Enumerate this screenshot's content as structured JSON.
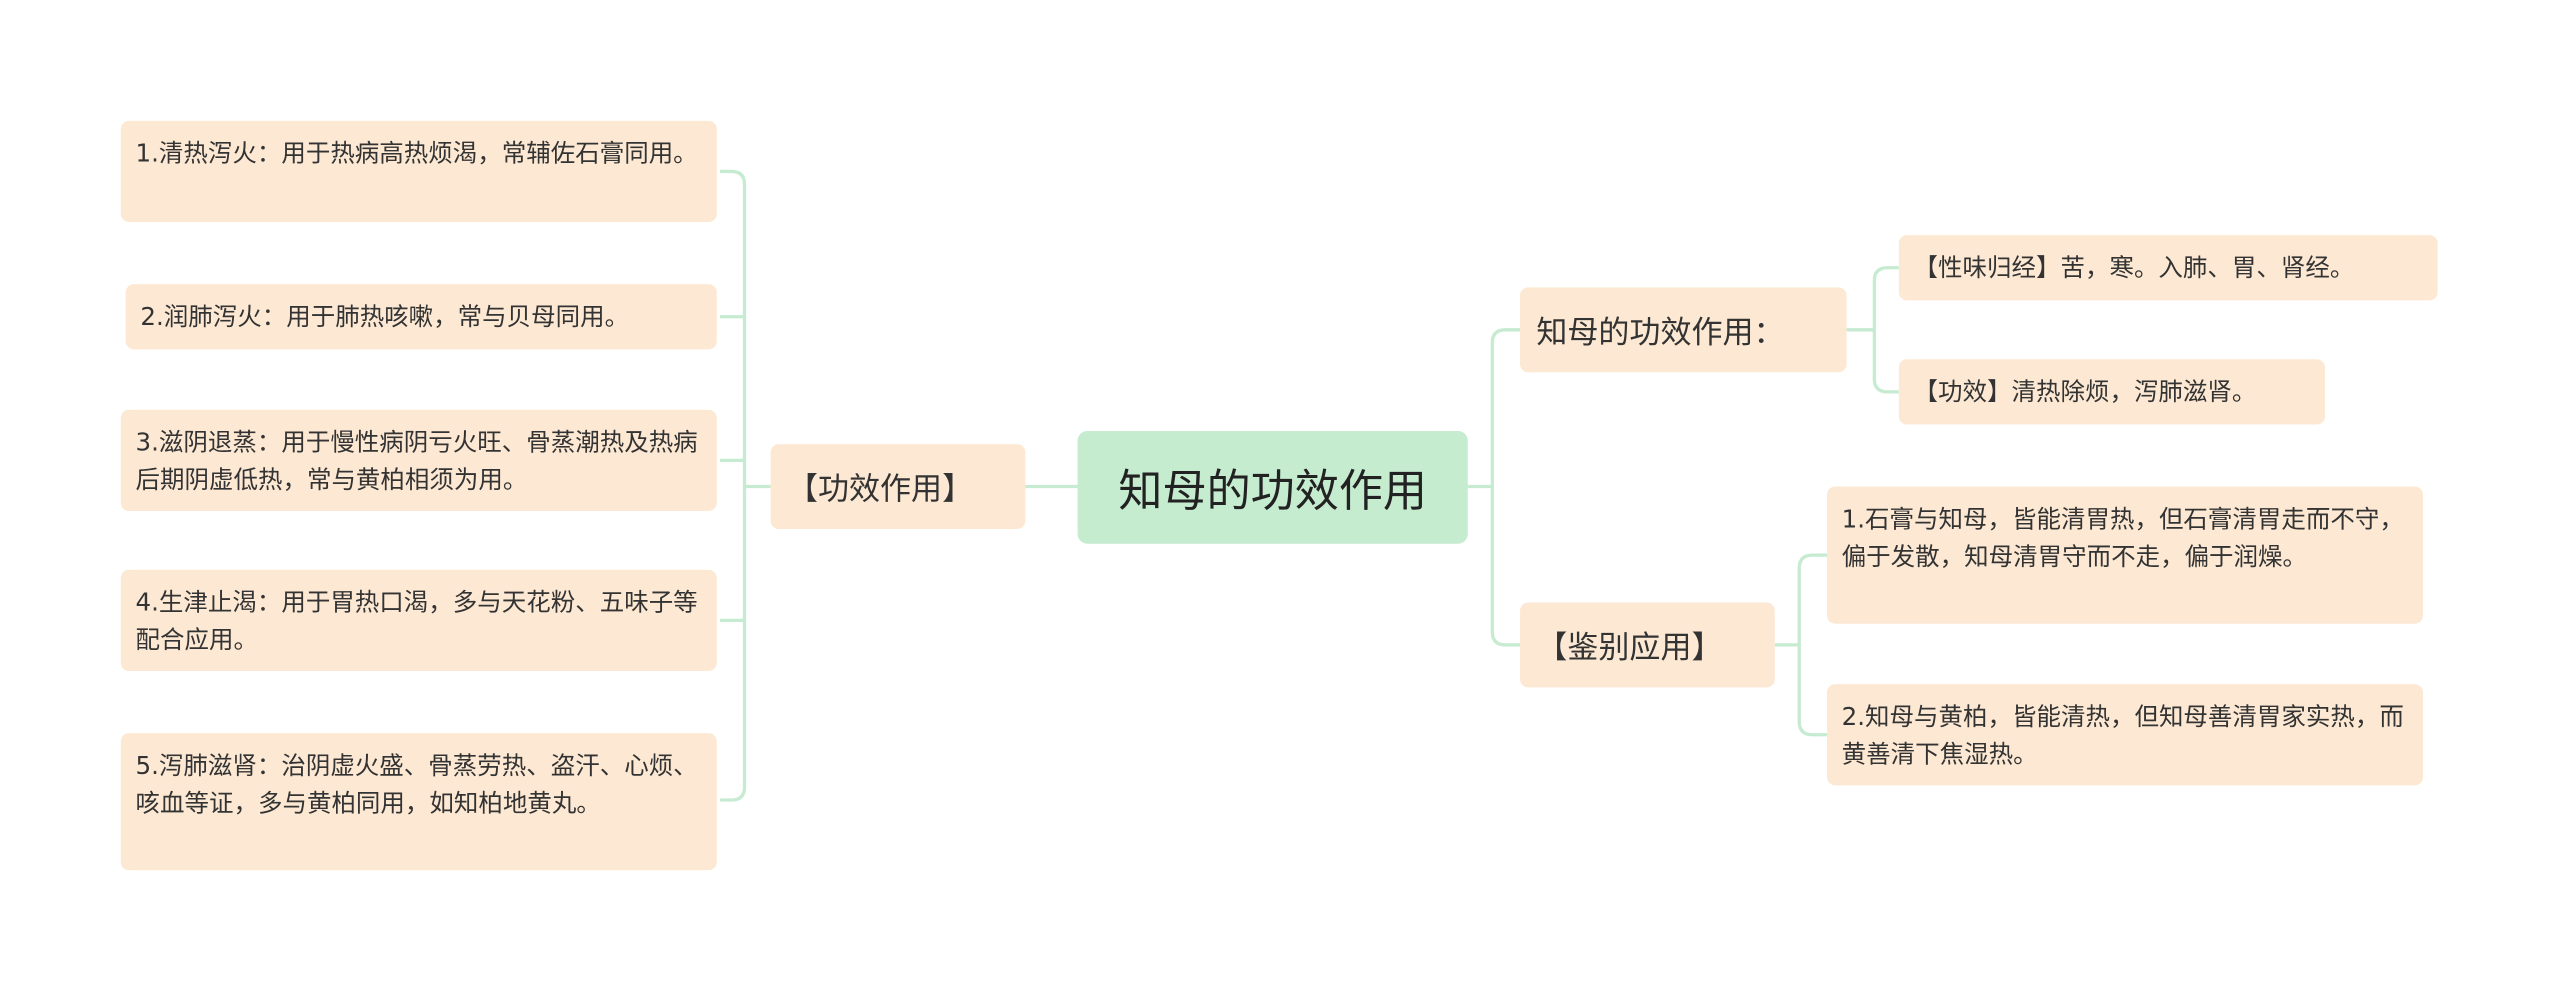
{
  "colors": {
    "root_fill": "#c6ecd0",
    "node_fill": "#fde9d3",
    "connector": "#c6ebd1",
    "text": "#333333"
  },
  "root": {
    "label": "知母的功效作用"
  },
  "left": {
    "label": "【功效作用】",
    "items": [
      "1.清热泻火：用于热病高热烦渴，常辅佐石膏同用。",
      "2.润肺泻火：用于肺热咳嗽，常与贝母同用。",
      "3.滋阴退蒸：用于慢性病阴亏火旺、骨蒸潮热及热病后期阴虚低热，常与黄柏相须为用。",
      "4.生津止渴：用于胃热口渴，多与天花粉、五味子等配合应用。",
      "5.泻肺滋肾：治阴虚火盛、骨蒸劳热、盗汗、心烦、咳血等证，多与黄柏同用，如知柏地黄丸。"
    ]
  },
  "right_top": {
    "label": "知母的功效作用：",
    "items": [
      "【性味归经】苦，寒。入肺、胃、肾经。",
      "【功效】清热除烦，泻肺滋肾。"
    ]
  },
  "right_bottom": {
    "label": "【鉴别应用】",
    "items": [
      "1.石膏与知母，皆能清胃热，但石膏清胃走而不守，偏于发散，知母清胃守而不走，偏于润燥。",
      "2.知母与黄柏，皆能清热，但知母善清胃家实热，而黄善清下焦湿热。"
    ]
  }
}
